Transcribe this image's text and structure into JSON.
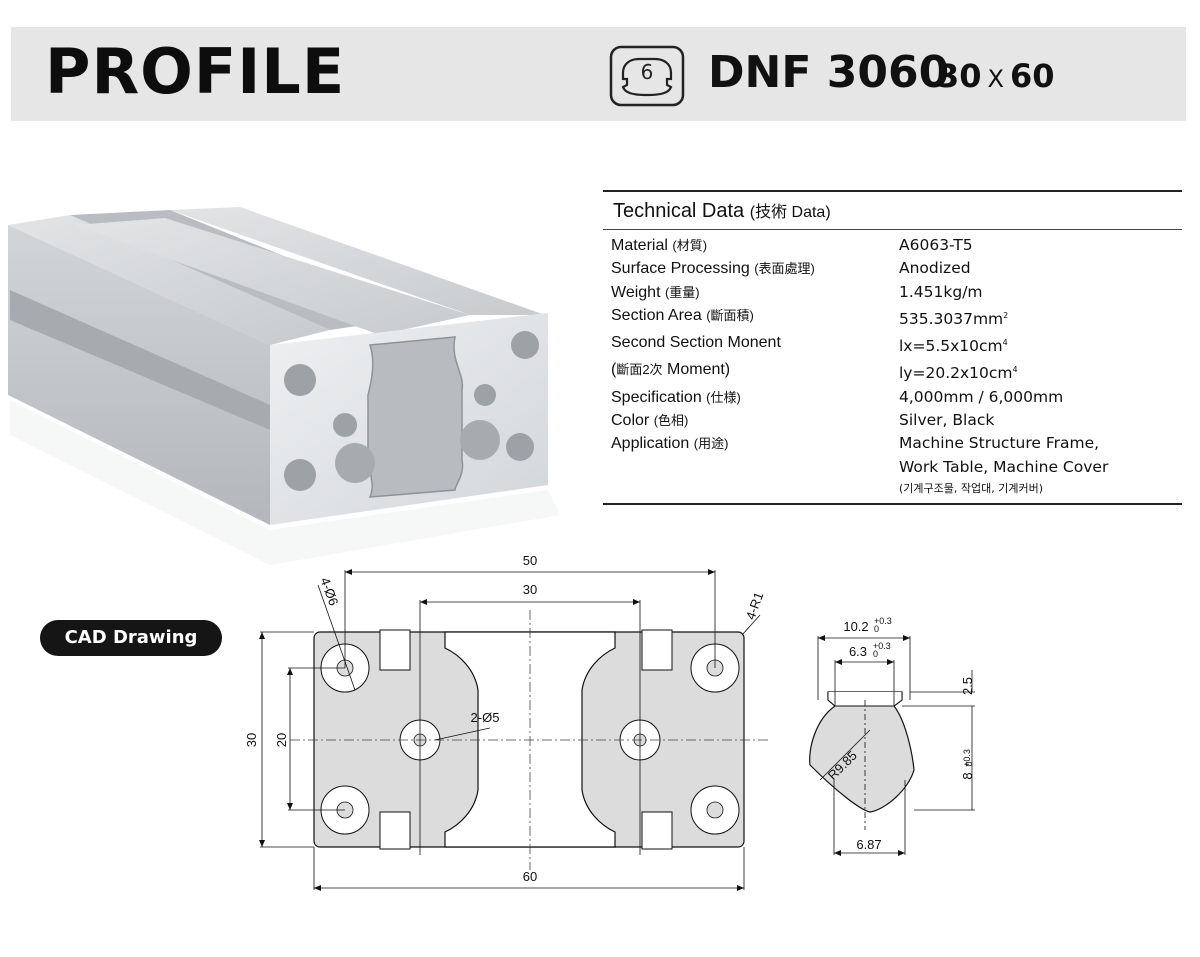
{
  "header": {
    "title": "PROFILE",
    "series_icon": "6",
    "model": "DNF 3060",
    "size_w": "30",
    "size_x": "X",
    "size_h": "60"
  },
  "tech": {
    "heading": "Technical Data",
    "heading_sub": "(技術  Data)",
    "rows": [
      {
        "k": "Material",
        "ks": "(材質)",
        "v": "A6063-T5"
      },
      {
        "k": "Surface Processing",
        "ks": "(表面處理)",
        "v": "Anodized"
      },
      {
        "k": "Weight",
        "ks": "(重量)",
        "v": "1.451kg/m"
      },
      {
        "k": "Section Area",
        "ks": "(斷面積)",
        "v": "535.3037mm",
        "vsup": "2"
      },
      {
        "k": "Second Section Monent",
        "ks": "",
        "v": "lx=5.5x10cm",
        "vsup": "4"
      },
      {
        "k": "(",
        "ks": "斷面2次",
        "k2": " Moment)",
        "v": "ly=20.2x10cm",
        "vsup": "4"
      },
      {
        "k": "Specification",
        "ks": "(仕様)",
        "v": "4,000mm / 6,000mm"
      },
      {
        "k": "Color",
        "ks": "(色相)",
        "v": "Silver, Black"
      },
      {
        "k": "Application",
        "ks": "(用途)",
        "v": "Machine Structure Frame,",
        "v2": "Work Table, Machine Cover",
        "note": "(기계구조물, 작업대, 기계커버)"
      }
    ]
  },
  "cad": {
    "label": "CAD Drawing",
    "dim_50": "50",
    "dim_30_top": "30",
    "dim_60": "60",
    "dim_30_side": "30",
    "dim_20": "20",
    "hole_4": "4-Ø6",
    "radius": "4-R1",
    "hole_2": "2-Ø5"
  },
  "slot": {
    "w1": "10.2",
    "w1_tol_up": "+0.3",
    "w1_tol_dn": "0",
    "w2": "6.3",
    "w2_tol_up": "+0.3",
    "w2_tol_dn": "0",
    "h1": "2.5",
    "h2": "8",
    "h2_tol_up": "+0.3",
    "h2_tol_dn": "0",
    "radius": "R9.85",
    "bottom": "6.87"
  }
}
